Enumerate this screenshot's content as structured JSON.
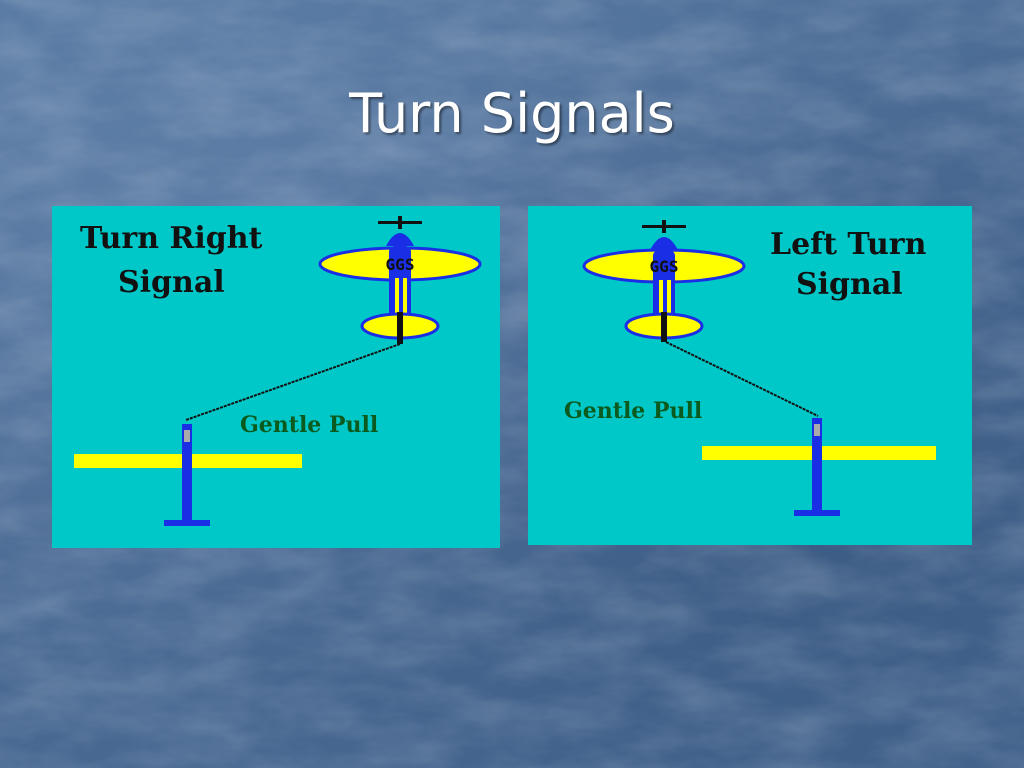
{
  "slide": {
    "title": "Turn Signals"
  },
  "panels": [
    {
      "heading_line1": "Turn Right",
      "heading_line2": "Signal",
      "pull_label": "Gentle Pull",
      "plane_marking": "GGS"
    },
    {
      "heading_line1": "Left Turn",
      "heading_line2": "Signal",
      "pull_label": "Gentle Pull",
      "plane_marking": "GGS"
    }
  ],
  "colors": {
    "panel_bg": "#00c8c8",
    "plane_yellow": "#ffff00",
    "plane_blue": "#1a2ee6",
    "heading_text": "#111111",
    "pull_text": "#0b5a1e"
  },
  "icons": [
    "airplane-top-view-icon",
    "control-handle-icon"
  ]
}
